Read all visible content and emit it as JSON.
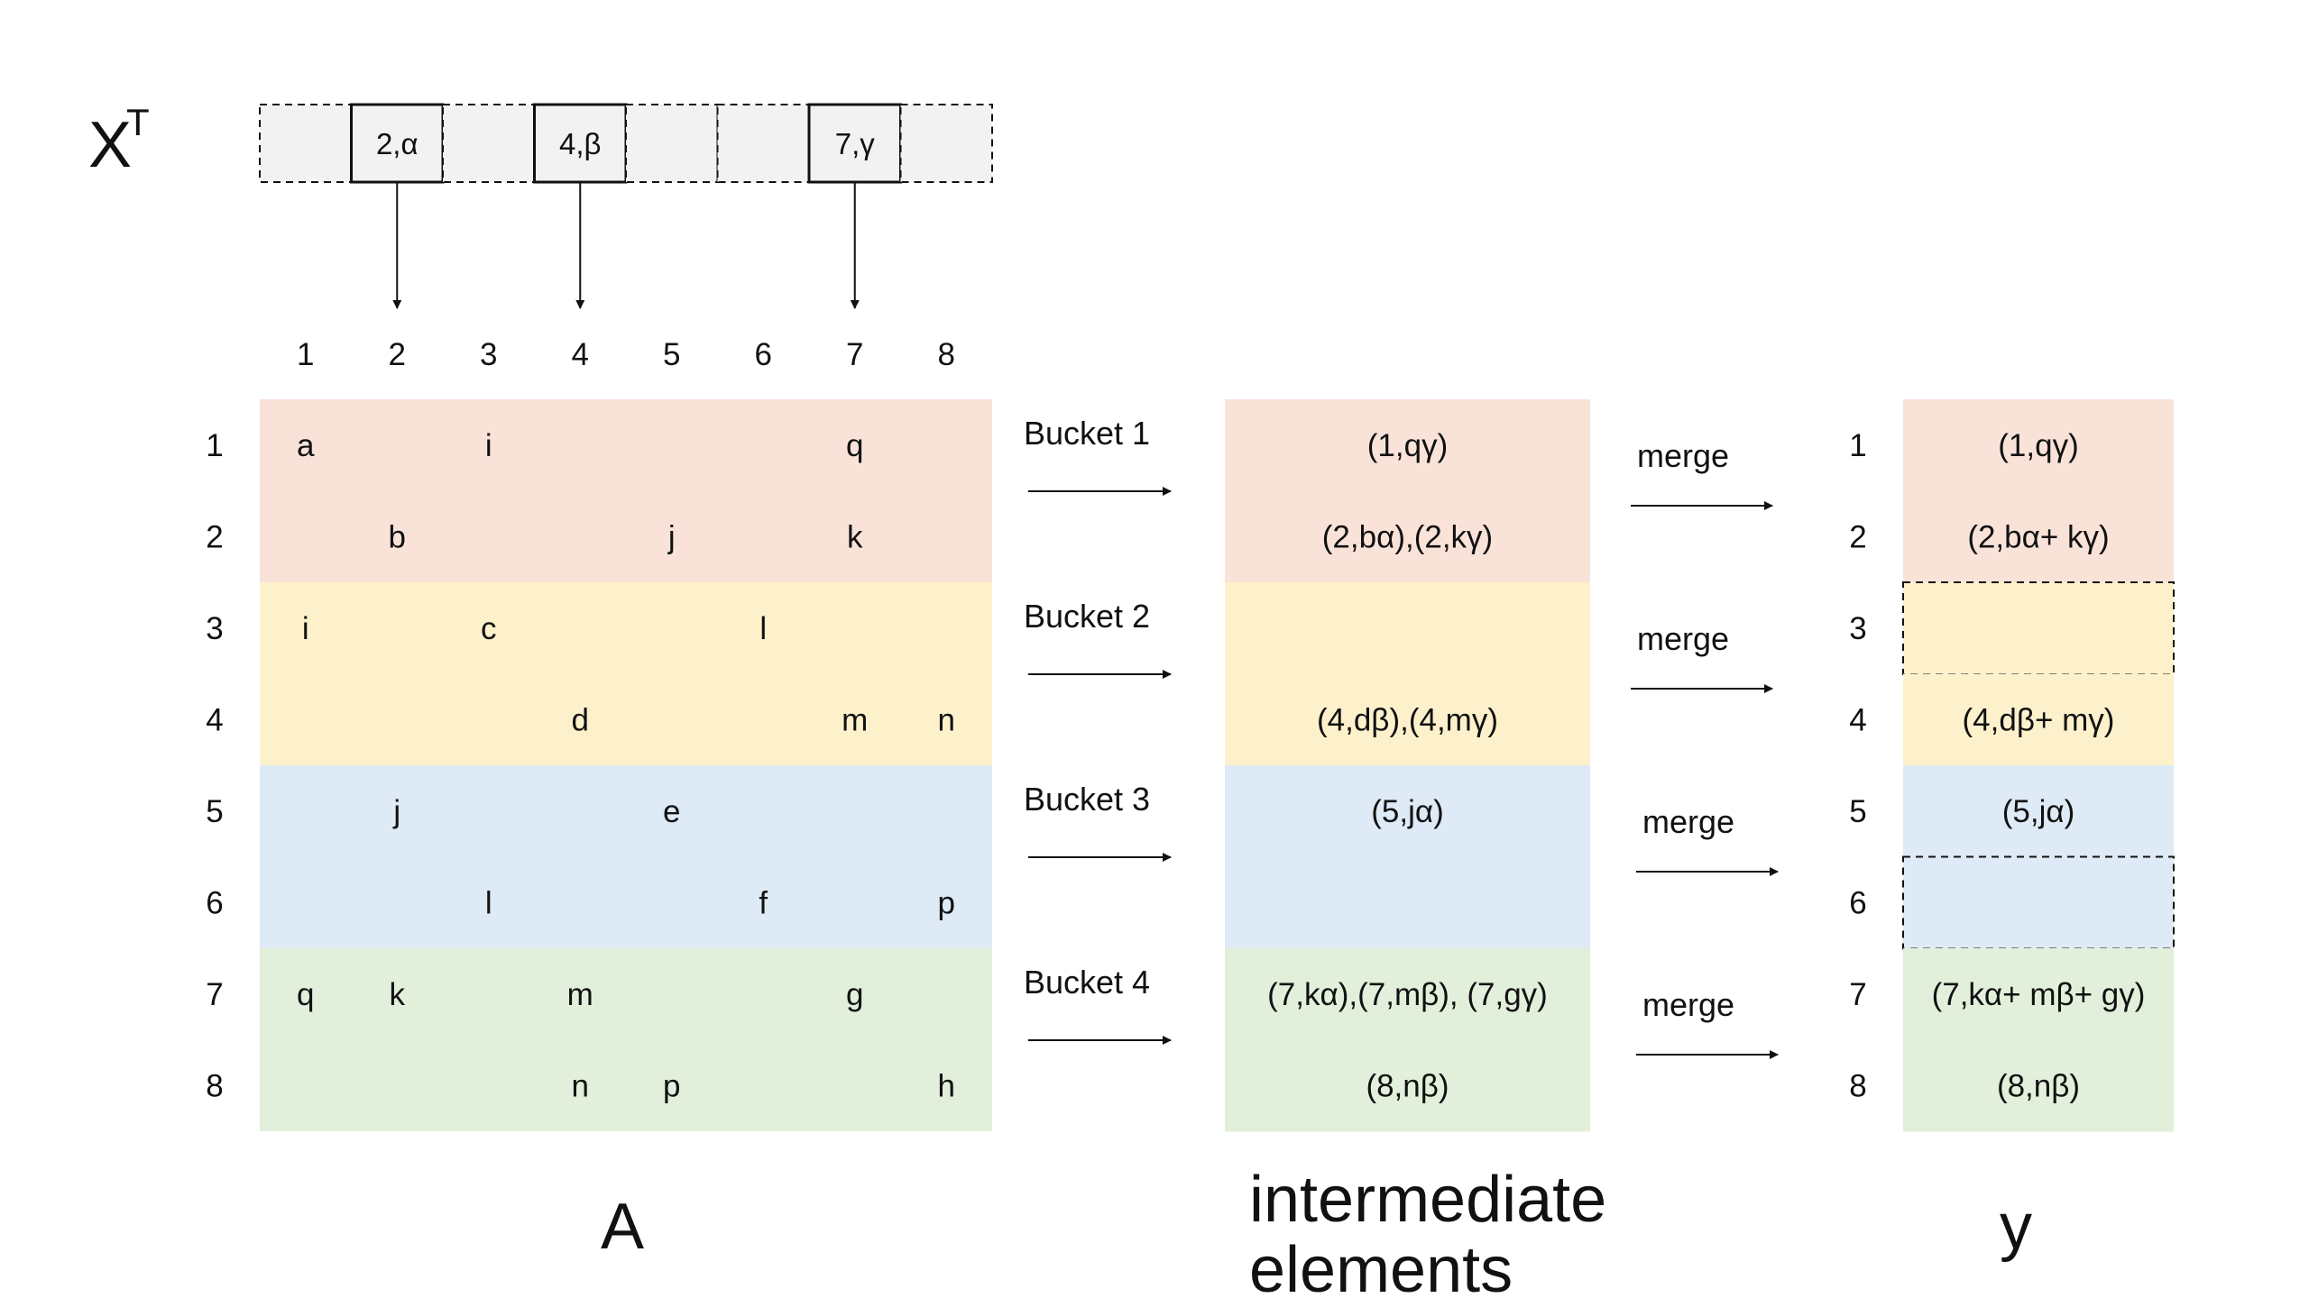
{
  "xt": {
    "title": "X",
    "superscript": "T",
    "slots": [
      "",
      "2,α",
      "",
      "4,β",
      "",
      "",
      "7,γ",
      ""
    ]
  },
  "column_indices": [
    "1",
    "2",
    "3",
    "4",
    "5",
    "6",
    "7",
    "8"
  ],
  "row_indices": [
    "1",
    "2",
    "3",
    "4",
    "5",
    "6",
    "7",
    "8"
  ],
  "matrix_a": {
    "caption": "A",
    "rows": [
      [
        "a",
        "",
        "i",
        "",
        "",
        "",
        "q",
        ""
      ],
      [
        "",
        "b",
        "",
        "",
        "j",
        "",
        "k",
        ""
      ],
      [
        "i",
        "",
        "c",
        "",
        "",
        "l",
        "",
        ""
      ],
      [
        "",
        "",
        "",
        "d",
        "",
        "",
        "m",
        "n"
      ],
      [
        "",
        "j",
        "",
        "",
        "e",
        "",
        "",
        ""
      ],
      [
        "",
        "",
        "l",
        "",
        "",
        "f",
        "",
        "p"
      ],
      [
        "q",
        "k",
        "",
        "m",
        "",
        "",
        "g",
        ""
      ],
      [
        "",
        "",
        "",
        "n",
        "p",
        "",
        "",
        "h"
      ]
    ]
  },
  "buckets": [
    {
      "label": "Bucket 1",
      "color": "#f9e3d9"
    },
    {
      "label": "Bucket 2",
      "color": "#fdf1cc"
    },
    {
      "label": "Bucket 3",
      "color": "#deeaf6"
    },
    {
      "label": "Bucket 4",
      "color": "#e2efda"
    }
  ],
  "intermediate": {
    "caption_line1": "intermediate",
    "caption_line2": "elements",
    "rows": [
      "(1,qγ)",
      "(2,bα),(2,kγ)",
      "",
      "(4,dβ),(4,mγ)",
      "(5,jα)",
      "",
      "(7,kα),(7,mβ), (7,gγ)",
      "(8,nβ)"
    ]
  },
  "merge_label": "merge",
  "y": {
    "caption": "y",
    "rows": [
      "(1,qγ)",
      "(2,bα+ kγ)",
      "",
      "(4,dβ+ mγ)",
      "(5,jα)",
      "",
      "(7,kα+ mβ+ gγ)",
      "(8,nβ)"
    ]
  },
  "colors": {
    "xt_slot_fill": "#f2f2f2",
    "line": "#111111"
  }
}
